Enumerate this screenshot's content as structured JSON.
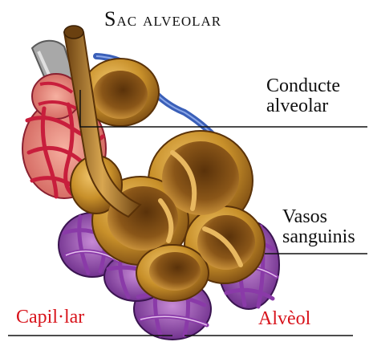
{
  "title": {
    "initial": "S",
    "rest": "ac alveolar"
  },
  "labels": {
    "conducte_line1": "Conducte",
    "conducte_line2": "alveolar",
    "vasos_line1": "Vasos",
    "vasos_line2": "sanguinis",
    "capillar": "Capil·lar",
    "alveol": "Alvèol"
  },
  "colors": {
    "label_red": "#d8141c",
    "label_black": "#111111",
    "alveolus_wall": "#c8902a",
    "alveolus_inner": "#7a4a12",
    "capillary_red": "#c81e3c",
    "capillary_purple": "#8a3aa8",
    "vessel_blue": "#3a5fb8",
    "duct_gray": "#9a9a9a"
  }
}
